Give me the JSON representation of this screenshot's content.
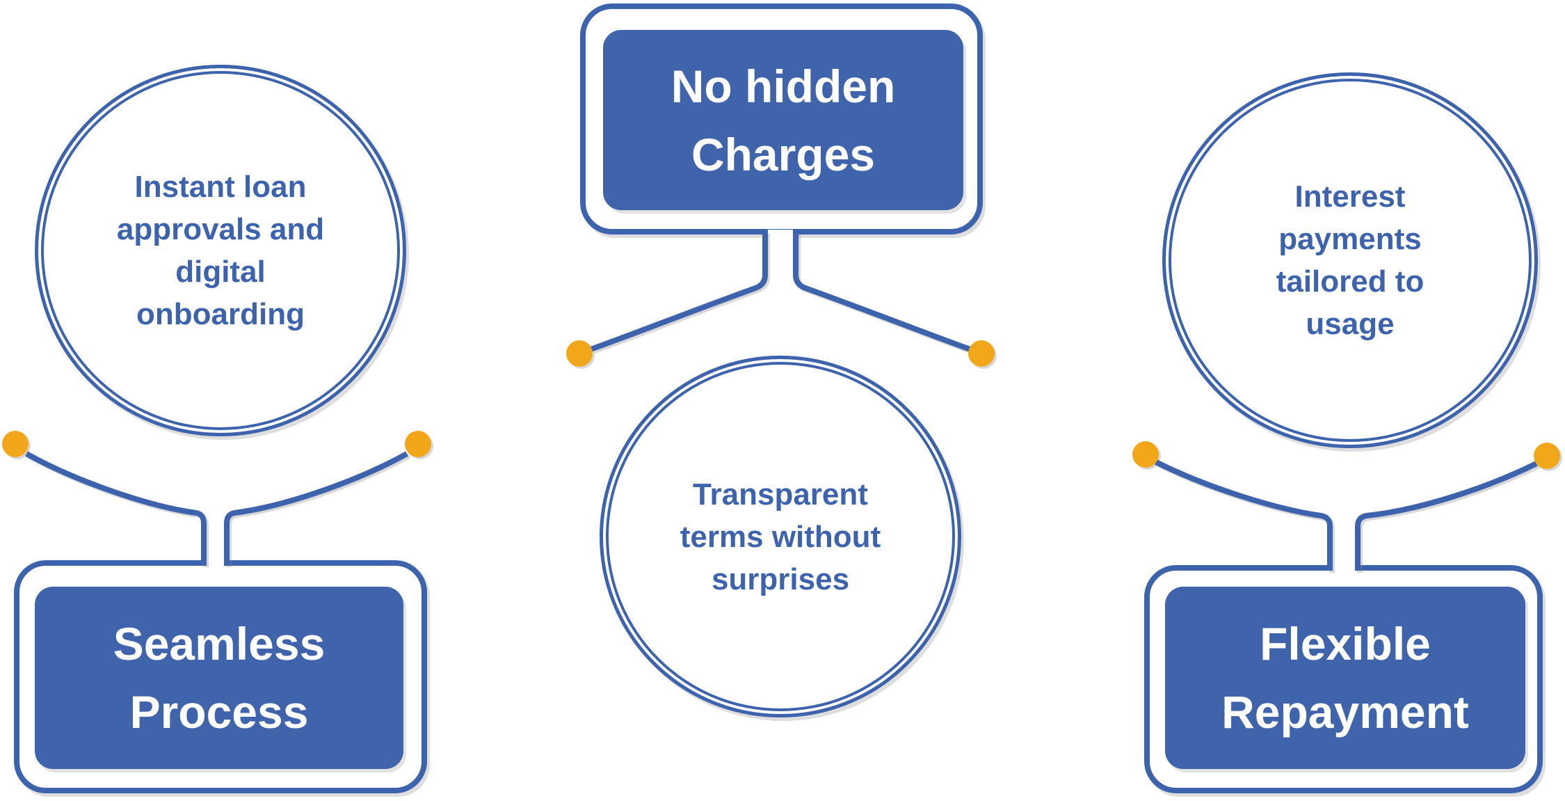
{
  "colors": {
    "primary_blue": "#3E63AD",
    "box_fill": "#4064AC",
    "dot_orange": "#F2A71B",
    "box_text": "#ffffff"
  },
  "groups": {
    "left": {
      "circle_lines": [
        "Instant loan",
        "approvals and",
        "digital",
        "onboarding"
      ],
      "box_lines": [
        "Seamless",
        "Process"
      ]
    },
    "center": {
      "box_lines": [
        "No hidden",
        "Charges"
      ],
      "circle_lines": [
        "Transparent",
        "terms without",
        "surprises"
      ]
    },
    "right": {
      "circle_lines": [
        "Interest",
        "payments",
        "tailored to",
        "usage"
      ],
      "box_lines": [
        "Flexible",
        "Repayment"
      ]
    }
  }
}
